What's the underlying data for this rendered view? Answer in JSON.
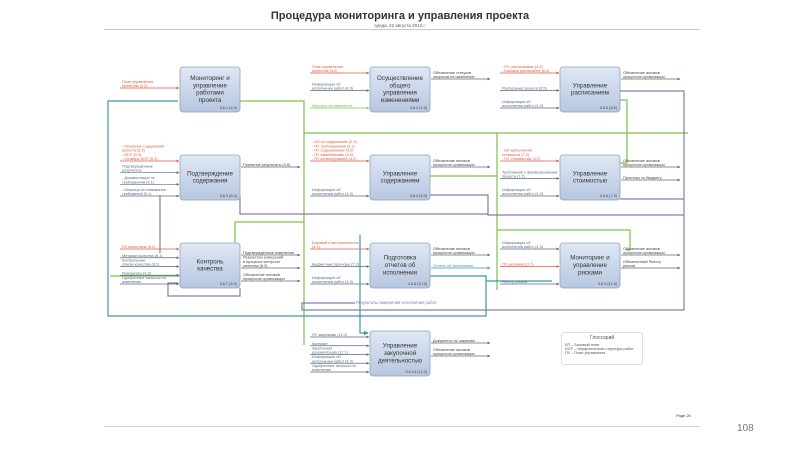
{
  "header": {
    "title": "Процедура мониторинга и управления проекта",
    "subtitle": "среда, 22 августа 2012 г."
  },
  "colors": {
    "input_red": "#e05a40",
    "input_grey": "#5a6a80",
    "green": "#7dc24a",
    "teal": "#3a9aa6",
    "purple": "#8a7ab0",
    "box_fill": "#c9d6ea"
  },
  "boxes": [
    {
      "title": "Мониторинг и\nуправление\nработами\nпроекта",
      "id": "3.6.1 (4.4)",
      "inputs": [
        {
          "t": "План управления\nпроектом (4.2)",
          "c": "red"
        }
      ],
      "outputs": []
    },
    {
      "title": "Осуществление\nобщего\nуправления\nизменениями",
      "id": "3.6.2 (4.5)",
      "inputs": [
        {
          "t": "План управления\nпроектом (4.2)",
          "c": "red"
        },
        {
          "t": "Информация об\nисполнении работ (4.3)",
          "c": "grey"
        },
        {
          "t": "Запросы на изменение",
          "c": "green"
        }
      ],
      "outputs": [
        {
          "t": "Обновление статусов\nзапросов на изменение",
          "c": "grey"
        }
      ]
    },
    {
      "title": "Управление\nрасписанием",
      "id": "3.6.5 (6.6)",
      "inputs": [
        {
          "t": "- ПУ расписанием (4.2)\n- Базовое расписание (6.5)",
          "c": "red"
        },
        {
          "t": "Расписание проекта (6.5)",
          "c": "grey"
        },
        {
          "t": "Информация об\nисполнении работ (4.3)",
          "c": "grey"
        }
      ],
      "outputs": [
        {
          "t": "Обновление активов\nпроцессов организации",
          "c": "grey"
        }
      ]
    },
    {
      "title": "Подтверждение\nсодержания",
      "id": "3.6.3 (5.4)",
      "inputs": [
        {
          "t": "- Описание содержания\nпроекта (5.2)\n- ИСР (5.3)\n- Словарь ИСР (5.3)",
          "c": "red"
        },
        {
          "t": "Подтвержденные\nрезультаты",
          "c": "grey"
        },
        {
          "t": "- Документация по\nтребованиям (5.1)",
          "c": "grey"
        },
        {
          "t": "- Матрица отслеживания\nтребований (5.1)",
          "c": "grey"
        }
      ],
      "outputs": [
        {
          "t": "Принятые результаты (4.6)",
          "c": "grey"
        }
      ]
    },
    {
      "title": "Управление\nсодержанием",
      "id": "3.6.4 (5.5)",
      "inputs": [
        {
          "t": "- БП по содержанию (5.3)\n- ПУ требованиями (5.1)\n- ПУ содержанием (4.2)\n- ПУ изменениями (4.2)\n- ПУ конфигурацией (4.2)",
          "c": "red"
        },
        {
          "t": "Информация об\nисполнении работ (4.3)",
          "c": "grey"
        }
      ],
      "outputs": [
        {
          "t": "Обновление активов\nпроцессов организации",
          "c": "grey"
        }
      ]
    },
    {
      "title": "Управление\nстоимостью",
      "id": "3.6.6 (7.3)",
      "inputs": [
        {
          "t": "- БП выполнения\nстоимости (7.2)\n- ПУ стоимостью (4.2)",
          "c": "red"
        },
        {
          "t": "Требования к финансированию\nпроекта (7.2)",
          "c": "grey"
        },
        {
          "t": "Информация об\nисполнении работ (4.3)",
          "c": "grey"
        }
      ],
      "outputs": [
        {
          "t": "Обновление активов\nпроцессов организации",
          "c": "grey"
        },
        {
          "t": "Прогнозы по бюджету",
          "c": "grey"
        }
      ]
    },
    {
      "title": "Контроль\nкачества",
      "id": "3.6.7 (8.3)",
      "inputs": [
        {
          "t": "ПУ качеством (8.1)",
          "c": "red"
        },
        {
          "t": "Метрики качества (8.1)",
          "c": "grey"
        },
        {
          "t": "Контрольные\nсписки качества (8.1)",
          "c": "grey"
        },
        {
          "t": "Результаты (4.3)",
          "c": "grey"
        },
        {
          "t": "Одобренные запросы на\nизменение",
          "c": "grey"
        }
      ],
      "outputs": [
        {
          "t": "Подтвержденные изменения",
          "c": "grey"
        },
        {
          "t": "Результаты измерений\nв процессе контроля\nкачества (8.2)",
          "c": "grey"
        },
        {
          "t": "Обновление активов\nпроцессов организации",
          "c": "grey"
        }
      ]
    },
    {
      "title": "Подготовка\nотчетов об\nисполнении",
      "id": "3.6.8 (10.5)",
      "inputs": [
        {
          "t": "Базовый план исполнения\n(4.2)",
          "c": "red"
        },
        {
          "t": "Бюджетные прогнозы (7.3)",
          "c": "grey"
        },
        {
          "t": "Информация об\nисполнении работ (4.3)",
          "c": "grey"
        }
      ],
      "outputs": [
        {
          "t": "Обновление активов\nпроцессов организации",
          "c": "grey"
        },
        {
          "t": "Отчеты об исполнении",
          "c": "teal"
        }
      ]
    },
    {
      "title": "Мониторинг и\nуправление\nрисками",
      "id": "3.6.9 (11.6)",
      "inputs": [
        {
          "t": "Информация об\nисполнении работ (4.3)",
          "c": "grey"
        },
        {
          "t": "ПУ рисками (11.1)",
          "c": "red"
        },
        {
          "t": "Реестр рисков",
          "c": "grey"
        }
      ],
      "outputs": [
        {
          "t": "Обновление активов\nпроцессов организации",
          "c": "grey"
        },
        {
          "t": "Обновленный Реестр\nрисков",
          "c": "grey"
        }
      ]
    },
    {
      "title": "Управление\nзакупочной\nдеятельностью",
      "id": "3.6.10 (12.3)",
      "inputs": [
        {
          "t": "ПУ закупками (12.1)",
          "c": "grey"
        },
        {
          "t": "Контракт",
          "c": "grey"
        },
        {
          "t": "Закупочная\nдокументация (12.1)",
          "c": "grey"
        },
        {
          "t": "Информация об\nисполнении работ (4.3)",
          "c": "grey"
        },
        {
          "t": "Одобренные запросы на\nизменение",
          "c": "grey"
        }
      ],
      "outputs": [
        {
          "t": "Документы по закупкам",
          "c": "grey"
        },
        {
          "t": "Обновление активов\nпроцессов организации",
          "c": "grey"
        }
      ]
    }
  ],
  "connector_labels": {
    "work_results": "Результаты измерения исполнения работ"
  },
  "glossary": {
    "title": "Глоссарий",
    "lines": [
      "БП – Базовый план",
      "ИСР – Иерархическая структура работ",
      "ПУ – План управления"
    ]
  },
  "footer": {
    "page": "Page 20",
    "slide_number": "108"
  }
}
